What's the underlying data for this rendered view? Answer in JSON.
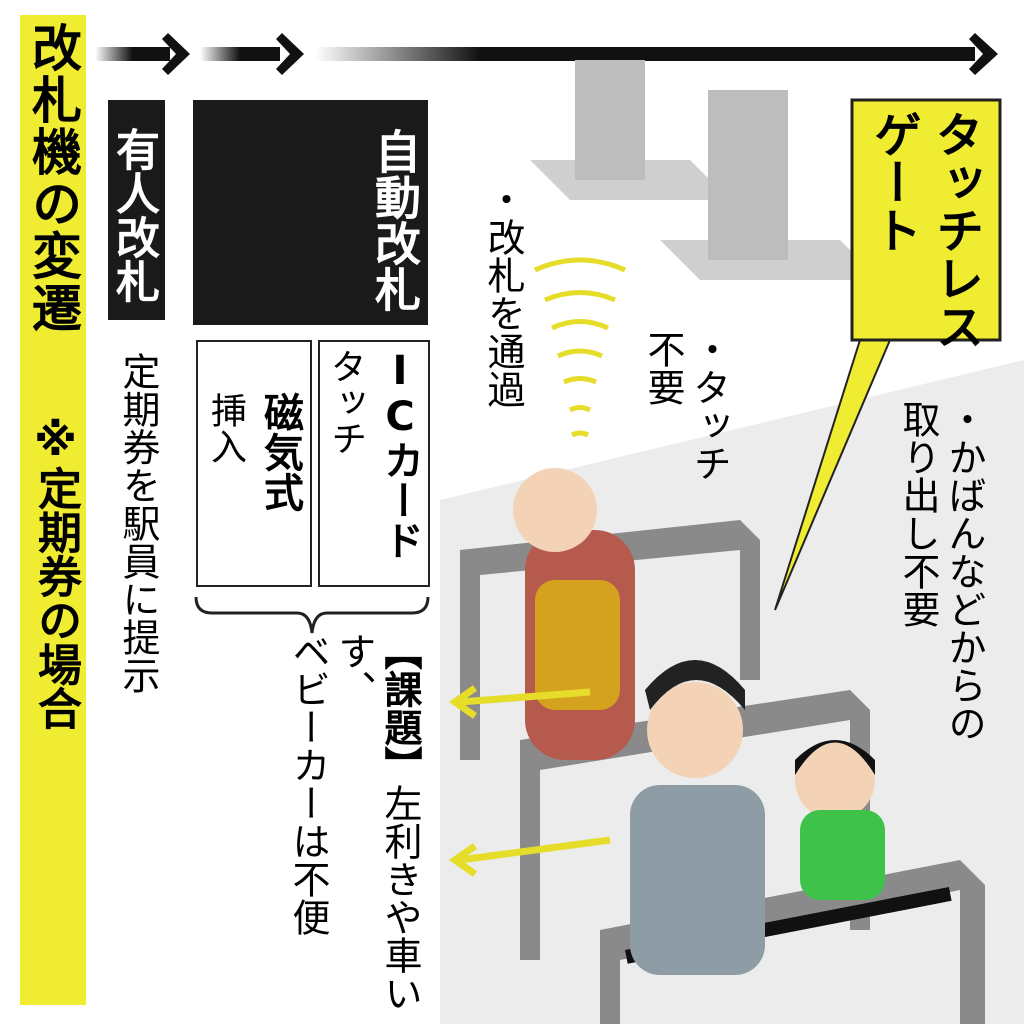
{
  "title": "改札機の変遷",
  "note": "※定期券の場合",
  "manned": {
    "label": "有人改札",
    "desc": "定期券を駅員に提示"
  },
  "auto": {
    "label": "自動改札",
    "magnetic": {
      "title": "磁気式",
      "desc": "挿入"
    },
    "ic": {
      "title": "ICカード",
      "desc": "タッチ"
    }
  },
  "issue": {
    "heading": "【課題】",
    "text1": "左利きや車いす、",
    "text2": "ベビーカーは不便"
  },
  "touchless": {
    "label1": "タッチレス",
    "label2": "ゲート",
    "point1": "・改札を通過",
    "point2a": "・タッチ",
    "point2b": "不要",
    "point3a": "・かばんなどからの",
    "point3b": "取り出し不要"
  },
  "colors": {
    "yellow": "#f0ec32",
    "black": "#1a1a1a",
    "gray": "#9a9a9a"
  }
}
